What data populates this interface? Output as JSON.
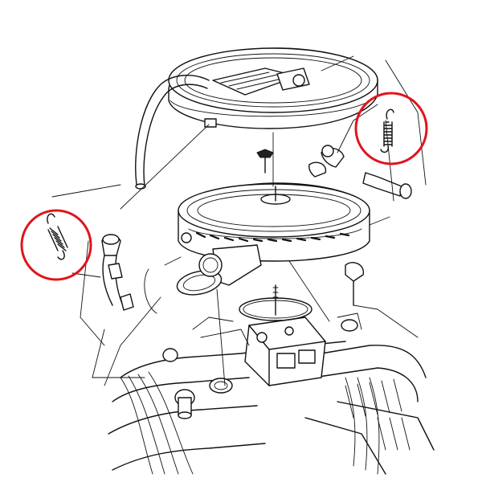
{
  "colors": {
    "highlight": "#e0141c",
    "line": "#111111",
    "background": "#ffffff"
  },
  "parts": {
    "upper_lid": "air-cleaner-lid",
    "lower_housing": "air-cleaner-housing",
    "spring_right": "return-spring-icon",
    "spring_left": "return-spring-icon",
    "engine": "engine-block"
  }
}
